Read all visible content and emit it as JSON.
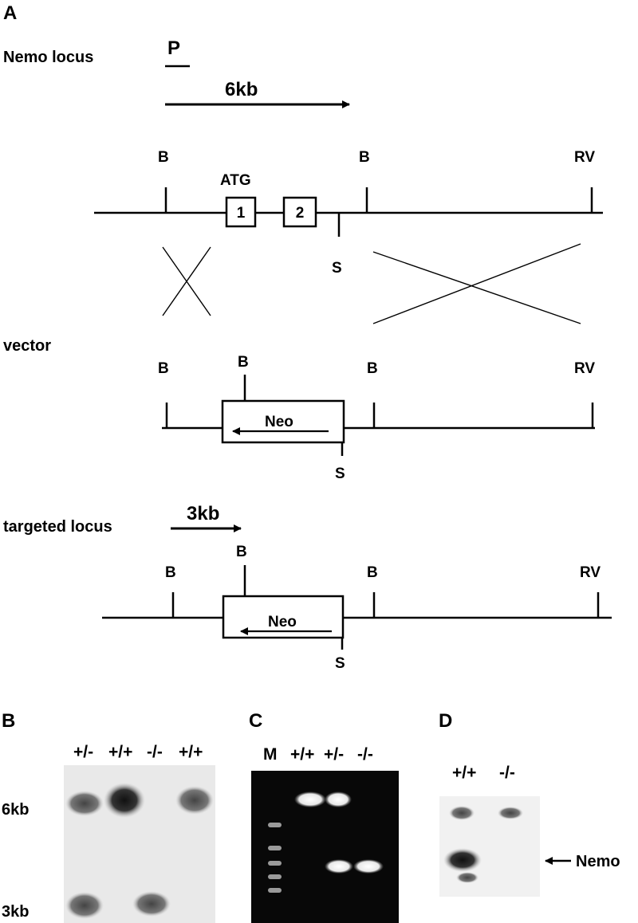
{
  "figure": {
    "panel_a": {
      "letter": "A",
      "nemo_locus": {
        "title": "Nemo locus",
        "probe": "P",
        "fragment": "6kb",
        "sites": [
          "B",
          "B",
          "RV",
          "S"
        ],
        "atg": "ATG",
        "exons": [
          "1",
          "2"
        ]
      },
      "vector": {
        "title": "vector",
        "sites": [
          "B",
          "B",
          "B",
          "RV",
          "S"
        ],
        "cassette": "Neo"
      },
      "targeted_locus": {
        "title": "targeted locus",
        "fragment": "3kb",
        "sites": [
          "B",
          "B",
          "B",
          "RV",
          "S"
        ],
        "cassette": "Neo"
      }
    },
    "panel_b": {
      "letter": "B",
      "lanes": [
        "+/-",
        "+/+",
        "-/-",
        "+/+"
      ],
      "size_upper": "6kb",
      "size_lower": "3kb"
    },
    "panel_c": {
      "letter": "C",
      "lanes": [
        "M",
        "+/+",
        "+/-",
        "-/-"
      ]
    },
    "panel_d": {
      "letter": "D",
      "lanes": [
        "+/+",
        "-/-"
      ],
      "band_label": "Nemo"
    }
  }
}
